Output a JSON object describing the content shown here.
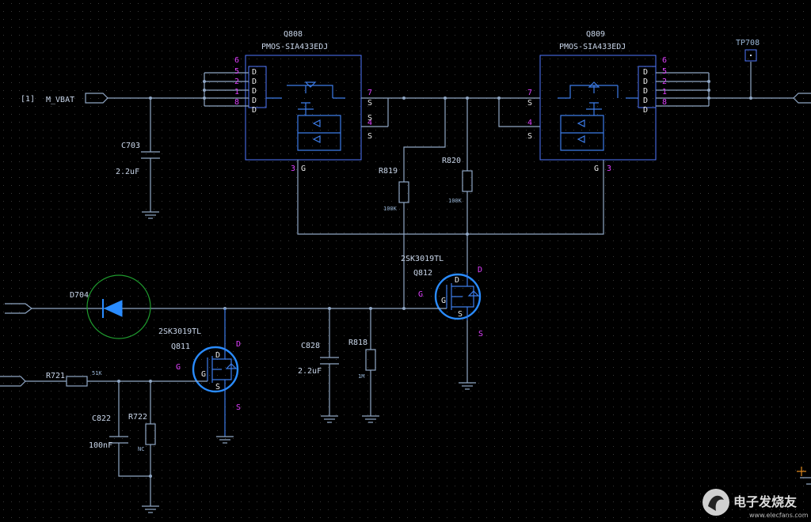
{
  "nets": {
    "vbat": "M_VBAT",
    "vbat_ref": "[1]"
  },
  "q808": {
    "ref": "Q808",
    "part": "PMOS-SIA433EDJ",
    "drain_pins": [
      "6",
      "5",
      "2",
      "1",
      "8"
    ],
    "drain_labels": [
      "D",
      "D",
      "D",
      "D",
      "D"
    ],
    "s_pins": [
      "7",
      "4"
    ],
    "s_labels": [
      "S",
      "S",
      "S"
    ],
    "g_pin": "3",
    "g_label": "G"
  },
  "q809": {
    "ref": "Q809",
    "part": "PMOS-SIA433EDJ",
    "drain_pins": [
      "6",
      "5",
      "2",
      "1",
      "8"
    ],
    "drain_labels": [
      "D",
      "D",
      "D",
      "D",
      "D"
    ],
    "s_pins": [
      "7",
      "4"
    ],
    "s_labels": [
      "S",
      "S"
    ],
    "g_pin": "3",
    "g_label": "G"
  },
  "tp708": {
    "ref": "TP708"
  },
  "c703": {
    "ref": "C703",
    "value": "2.2uF"
  },
  "r819": {
    "ref": "R819",
    "value": "100K"
  },
  "r820": {
    "ref": "R820",
    "value": "100K"
  },
  "q812": {
    "ref": "Q812",
    "part": "2SK3019TL",
    "g": "G",
    "d": "D",
    "s": "S"
  },
  "q811": {
    "ref": "Q811",
    "part": "2SK3019TL",
    "g": "G",
    "d": "D",
    "s": "S"
  },
  "d704": {
    "ref": "D704"
  },
  "c828": {
    "ref": "C828",
    "value": "2.2uF"
  },
  "r818": {
    "ref": "R818",
    "value": "1M"
  },
  "r721": {
    "ref": "R721",
    "value": "51K"
  },
  "c822": {
    "ref": "C822",
    "value": "100nF"
  },
  "r722": {
    "ref": "R722",
    "value": "NC"
  },
  "watermark": {
    "text": "电子发烧友",
    "url": "www.elecfans.com"
  },
  "colors": {
    "background": "#000000",
    "wire": "#8fa6c4",
    "pin_number": "#e040ff",
    "highlight": "#2a8cff",
    "diode_ring": "#1f9a2e"
  }
}
